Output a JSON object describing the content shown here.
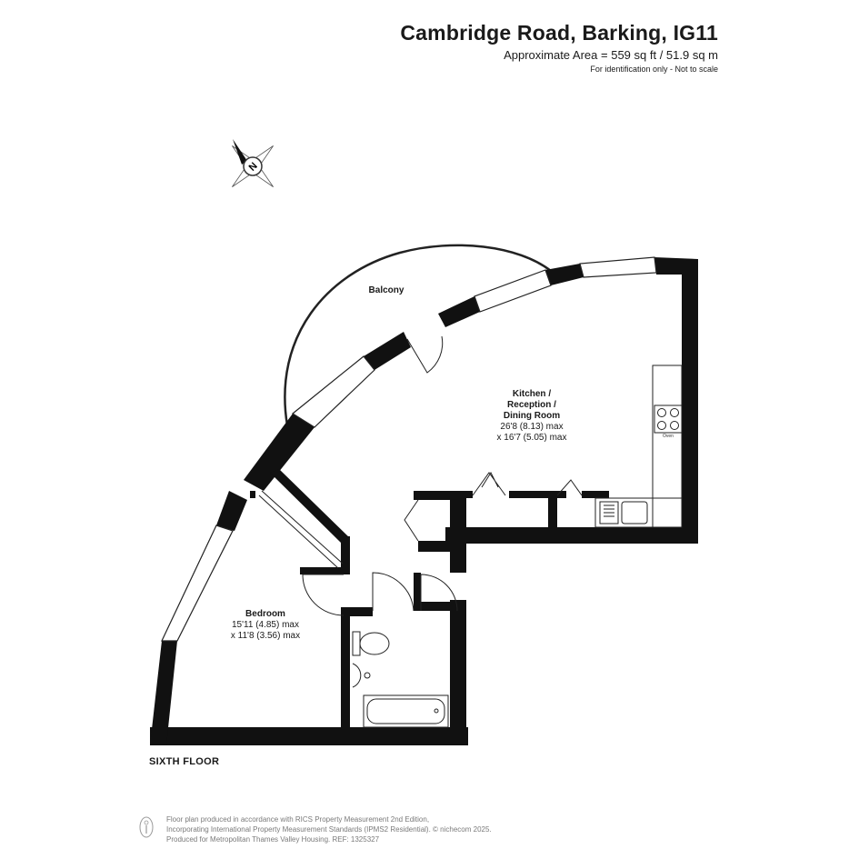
{
  "header": {
    "title": "Cambridge Road, Barking, IG11",
    "area": "Approximate Area = 559 sq ft / 51.9 sq m",
    "note": "For identification only - Not to scale"
  },
  "compass": {
    "label": "N",
    "icon": "compass-rose-icon"
  },
  "rooms": {
    "balcony": {
      "name": "Balcony"
    },
    "kitchen": {
      "name_line1": "Kitchen /",
      "name_line2": "Reception /",
      "name_line3": "Dining Room",
      "dim1": "26'8 (8.13) max",
      "dim2": "x 16'7 (5.05) max"
    },
    "bedroom": {
      "name": "Bedroom",
      "dim1": "15'11 (4.85) max",
      "dim2": "x 11'8 (3.56) max"
    }
  },
  "fixtures": {
    "oven_label": "Oven"
  },
  "floor_label": "SIXTH FLOOR",
  "footer": {
    "line1": "Floor plan produced in accordance with RICS Property Measurement 2nd Edition,",
    "line2": "Incorporating International Property Measurement Standards (IPMS2 Residential).  © nichecom 2025.",
    "line3": "Produced for Metropolitan Thames Valley Housing.   REF:  1325327"
  },
  "colors": {
    "wall": "#111111",
    "window": "#ffffff",
    "line": "#333333",
    "footer_text": "#7a7a7a"
  }
}
